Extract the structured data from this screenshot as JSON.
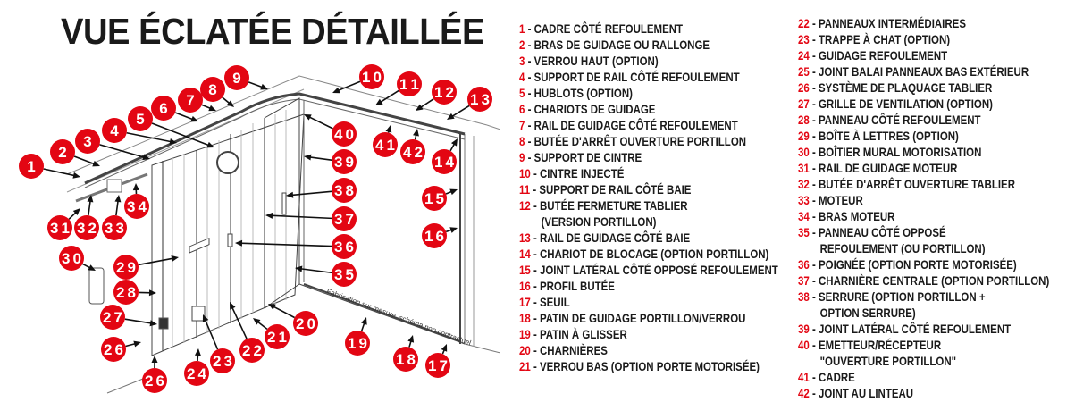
{
  "title": "VUE ÉCLATÉE DÉTAILLÉE",
  "diagram_note": "Fabrication sur mesure, schéma non contractuel",
  "colors": {
    "accent": "#e30613",
    "text": "#1a1a1a",
    "line": "#555555"
  },
  "callouts": [
    "1",
    "2",
    "3",
    "4",
    "5",
    "6",
    "7",
    "8",
    "9",
    "10",
    "11",
    "12",
    "13",
    "14",
    "15",
    "16",
    "17",
    "18",
    "19",
    "20",
    "21",
    "22",
    "23",
    "24",
    "26",
    "27",
    "28",
    "29",
    "30",
    "31",
    "32",
    "33",
    "34",
    "35",
    "36",
    "37",
    "38",
    "39",
    "40",
    "41",
    "42",
    "26"
  ],
  "legend_left": [
    {
      "num": "1",
      "text": "CADRE CÔTÉ REFOULEMENT"
    },
    {
      "num": "2",
      "text": "BRAS DE GUIDAGE OU RALLONGE"
    },
    {
      "num": "3",
      "text": "VERROU HAUT (OPTION)"
    },
    {
      "num": "4",
      "text": "SUPPORT DE RAIL CÔTÉ REFOULEMENT"
    },
    {
      "num": "5",
      "text": "HUBLOTS (OPTION)"
    },
    {
      "num": "6",
      "text": "CHARIOTS DE GUIDAGE"
    },
    {
      "num": "7",
      "text": "RAIL DE GUIDAGE CÔTÉ REFOULEMENT"
    },
    {
      "num": "8",
      "text": "BUTÉE D'ARRÊT OUVERTURE PORTILLON"
    },
    {
      "num": "9",
      "text": "SUPPORT DE CINTRE"
    },
    {
      "num": "10",
      "text": "CINTRE INJECTÉ"
    },
    {
      "num": "11",
      "text": "SUPPORT DE RAIL CÔTÉ BAIE"
    },
    {
      "num": "12",
      "text": "BUTÉE FERMETURE TABLIER",
      "cont": "(VERSION PORTILLON)"
    },
    {
      "num": "13",
      "text": "RAIL DE GUIDAGE CÔTÉ BAIE"
    },
    {
      "num": "14",
      "text": "CHARIOT DE BLOCAGE (OPTION PORTILLON)"
    },
    {
      "num": "15",
      "text": "JOINT LATÉRAL CÔTÉ OPPOSÉ REFOULEMENT"
    },
    {
      "num": "16",
      "text": "PROFIL BUTÉE"
    },
    {
      "num": "17",
      "text": "SEUIL"
    },
    {
      "num": "18",
      "text": "PATIN DE GUIDAGE PORTILLON/VERROU"
    },
    {
      "num": "19",
      "text": "PATIN À GLISSER"
    },
    {
      "num": "20",
      "text": "CHARNIÈRES"
    },
    {
      "num": "21",
      "text": "VERROU BAS (OPTION PORTE MOTORISÉE)"
    }
  ],
  "legend_right": [
    {
      "num": "22",
      "text": "PANNEAUX INTERMÉDIAIRES"
    },
    {
      "num": "23",
      "text": "TRAPPE À CHAT (OPTION)"
    },
    {
      "num": "24",
      "text": "GUIDAGE REFOULEMENT"
    },
    {
      "num": "25",
      "text": "JOINT BALAI PANNEAUX BAS EXTÉRIEUR"
    },
    {
      "num": "26",
      "text": "SYSTÈME DE PLAQUAGE TABLIER"
    },
    {
      "num": "27",
      "text": "GRILLE DE VENTILATION (OPTION)"
    },
    {
      "num": "28",
      "text": "PANNEAU CÔTÉ REFOULEMENT"
    },
    {
      "num": "29",
      "text": "BOÎTE À LETTRES (OPTION)"
    },
    {
      "num": "30",
      "text": "BOÎTIER MURAL MOTORISATION"
    },
    {
      "num": "31",
      "text": "RAIL DE GUIDAGE MOTEUR"
    },
    {
      "num": "32",
      "text": "BUTÉE D'ARRÊT OUVERTURE TABLIER"
    },
    {
      "num": "33",
      "text": "MOTEUR"
    },
    {
      "num": "34",
      "text": "BRAS MOTEUR"
    },
    {
      "num": "35",
      "text": "PANNEAU CÔTÉ OPPOSÉ",
      "cont": "REFOULEMENT (OU PORTILLON)"
    },
    {
      "num": "36",
      "text": "POIGNÉE (OPTION PORTE MOTORISÉE)"
    },
    {
      "num": "37",
      "text": "CHARNIÈRE CENTRALE (OPTION PORTILLON)"
    },
    {
      "num": "38",
      "text": "SERRURE (OPTION PORTILLON +",
      "cont": "OPTION SERRURE)"
    },
    {
      "num": "39",
      "text": "JOINT LATÉRAL CÔTÉ REFOULEMENT"
    },
    {
      "num": "40",
      "text": "EMETTEUR/RÉCEPTEUR",
      "cont": "\"OUVERTURE PORTILLON\""
    },
    {
      "num": "41",
      "text": "CADRE"
    },
    {
      "num": "42",
      "text": "JOINT AU LINTEAU"
    }
  ]
}
